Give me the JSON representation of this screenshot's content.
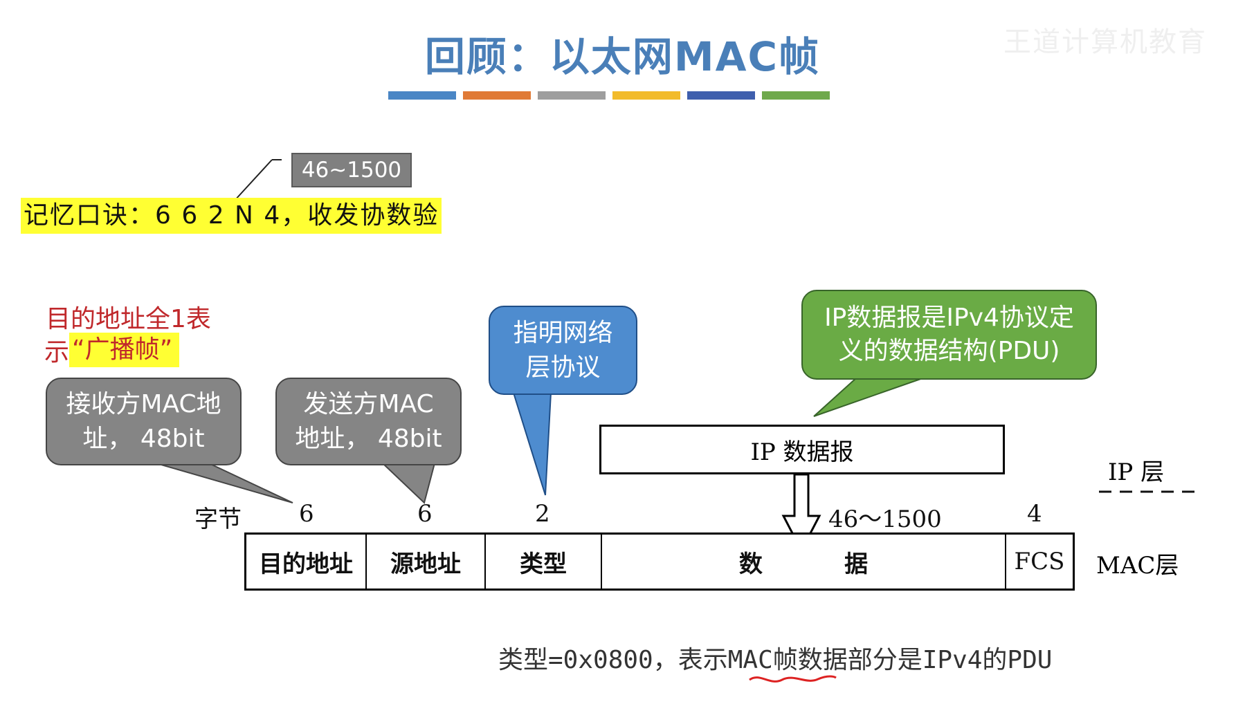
{
  "title": "回顾：以太网MAC帧",
  "watermark": "王道计算机教育",
  "color_bar": [
    "#4a86c5",
    "#e07a36",
    "#9e9e9e",
    "#f2bb2b",
    "#3f5fad",
    "#6fa94c"
  ],
  "mnemonic": {
    "box_value": "46~1500",
    "text": "记忆口诀：6 6 2 N 4，收发协数验"
  },
  "broadcast_note": {
    "line1": "目的地址全1表",
    "line2_prefix": "示",
    "line2_highlight": "“广播帧”"
  },
  "bubbles": {
    "receiver": [
      "接收方MAC地",
      "址，  48bit"
    ],
    "sender": [
      "发送方MAC",
      "地址，  48bit"
    ],
    "type": [
      "指明网络",
      "层协议"
    ],
    "ip": [
      "IP数据报是IPv4协议定",
      "义的数据结构(PDU)"
    ]
  },
  "ip_box_label": "IP 数据报",
  "ip_layer_label": "IP 层",
  "mac_layer_label": "MAC层",
  "bytes_label": "字节",
  "byte_counts": {
    "dest": "6",
    "src": "6",
    "type": "2",
    "data": "46～1500",
    "fcs": "4"
  },
  "frame_fields": [
    "目的地址",
    "源地址",
    "类型",
    "数          据",
    "FCS"
  ],
  "footer_note": "类型=0x0800，表示MAC帧数据部分是IPv4的PDU"
}
